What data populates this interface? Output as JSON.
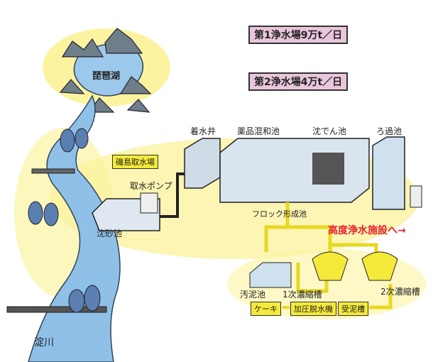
{
  "plant_capacity": {
    "plant1": "第1浄水場9万t／日",
    "plant2": "第2浄水場4万t／日"
  },
  "places": {
    "lake": "琵琶湖",
    "river": "淀川",
    "intake_station": "磯島取水場"
  },
  "facilities": {
    "intake_pump": "取水ポンプ",
    "grit_chamber": "沈砂池",
    "receiving_well": "着水井",
    "chemical_mixing": "薬品混和池",
    "sedimentation": "沈でん池",
    "filtration": "ろ過池",
    "flocculation": "フロック形成池",
    "advanced_treatment": "高度浄水施設へ→"
  },
  "sludge": {
    "sludge_pond": "汚泥池",
    "primary_thickener": "1次濃縮槽",
    "secondary_thickener": "2次濃縮槽",
    "cake": "ケーキ",
    "press_dehydrator": "加圧脱水機",
    "sludge_receiving": "受泥槽"
  },
  "colors": {
    "water": "#7fb6e0",
    "yellow": "#f5ea3a",
    "glow": "#fbf3a0",
    "pink": "#e9c6dc",
    "red": "#e8202a"
  }
}
